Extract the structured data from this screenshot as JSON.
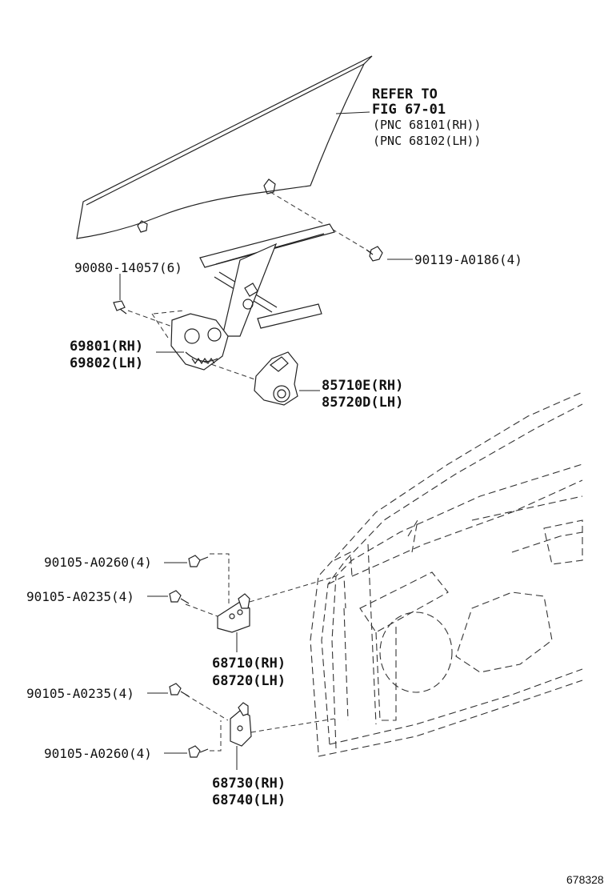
{
  "reference": {
    "line1": "REFER TO",
    "line2": "FIG 67-01",
    "line3": "(PNC 68101(RH))",
    "line4": "(PNC 68102(LH))"
  },
  "labels": {
    "bolt_90080": "90080-14057(6)",
    "bolt_90119": "90119-A0186(4)",
    "regulator_rh": "69801(RH)",
    "regulator_lh": "69802(LH)",
    "motor_rh": "85710E(RH)",
    "motor_lh": "85720D(LH)",
    "upper_bolt_a": "90105-A0260(4)",
    "upper_bolt_b": "90105-A0235(4)",
    "upper_hinge_rh": "68710(RH)",
    "upper_hinge_lh": "68720(LH)",
    "lower_bolt_a": "90105-A0235(4)",
    "lower_bolt_b": "90105-A0260(4)",
    "lower_hinge_rh": "68730(RH)",
    "lower_hinge_lh": "68740(LH)"
  },
  "figure_number": "678328"
}
